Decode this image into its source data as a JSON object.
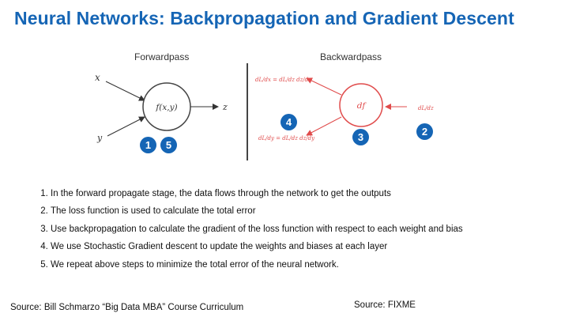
{
  "title": "Neural Networks: Backpropagation and Gradient Descent",
  "forward": {
    "label": "Forwardpass",
    "input_x": "x",
    "input_y": "y",
    "node": "f(x,y)",
    "output": "z"
  },
  "backward": {
    "label": "Backwardpass",
    "node": "df",
    "incoming": "dL/dz",
    "grad_x": "dL/dx = dL/dz dz/dx",
    "grad_y": "dL/dy = dL/dz dz/dy"
  },
  "badges": [
    "1",
    "5",
    "4",
    "3",
    "2"
  ],
  "steps": [
    "In the forward propagate stage, the data flows through the network to get the outputs",
    "The loss function is used to calculate the total error",
    "Use backpropagation to calculate the gradient of the loss function with respect to each weight and bias",
    "We use Stochastic Gradient descent to update the weights and biases at each layer",
    "We repeat above steps to minimize the total error of the neural network."
  ],
  "footer": {
    "left": "Source: Bill Schmarzo “Big Data MBA” Course Curriculum",
    "right": "Source:  FIXME"
  },
  "colors": {
    "title": "#1565b5",
    "badge": "#1565b5",
    "backward": "#e04b4b"
  }
}
